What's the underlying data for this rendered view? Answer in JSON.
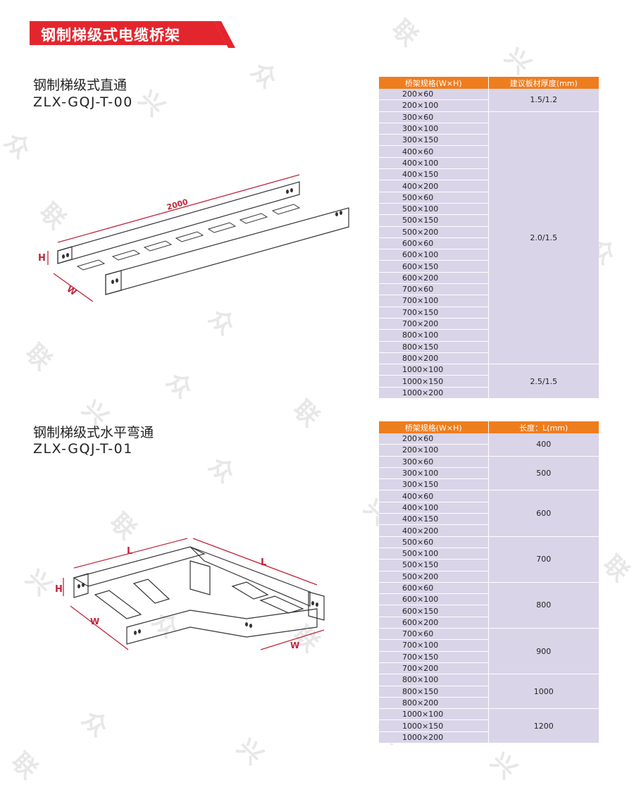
{
  "banner": {
    "title": "钢制梯级式电缆桥架",
    "color": "#e3262e"
  },
  "section1": {
    "title": "钢制梯级式直通",
    "code": "ZLX-GQJ-T-00",
    "drawing_labels": {
      "length": "2000",
      "height": "H",
      "width": "W"
    },
    "table": {
      "headers": [
        "桥架规格(W×H)",
        "建议板材厚度(mm)"
      ],
      "groups": [
        {
          "value": "1.5/1.2",
          "rows": [
            "200×60",
            "200×100"
          ]
        },
        {
          "value": "2.0/1.5",
          "rows": [
            "300×60",
            "300×100",
            "300×150",
            "400×60",
            "400×100",
            "400×150",
            "400×200",
            "500×60",
            "500×100",
            "500×150",
            "500×200",
            "600×60",
            "600×100",
            "600×150",
            "600×200",
            "700×60",
            "700×100",
            "700×150",
            "700×200",
            "800×100",
            "800×150",
            "800×200"
          ]
        },
        {
          "value": "2.5/1.5",
          "rows": [
            "1000×100",
            "1000×150",
            "1000×200"
          ]
        }
      ]
    }
  },
  "section2": {
    "title": "钢制梯级式水平弯通",
    "code": "ZLX-GQJ-T-01",
    "drawing_labels": {
      "length1": "L",
      "length2": "L",
      "height": "H",
      "width1": "W",
      "width2": "W"
    },
    "table": {
      "headers": [
        "桥架规格(W×H)",
        "长度：L(mm)"
      ],
      "groups": [
        {
          "value": "400",
          "rows": [
            "200×60",
            "200×100"
          ]
        },
        {
          "value": "500",
          "rows": [
            "300×60",
            "300×100",
            "300×150"
          ]
        },
        {
          "value": "600",
          "rows": [
            "400×60",
            "400×100",
            "400×150",
            "400×200"
          ]
        },
        {
          "value": "700",
          "rows": [
            "500×60",
            "500×100",
            "500×150",
            "500×200"
          ]
        },
        {
          "value": "800",
          "rows": [
            "600×60",
            "600×100",
            "600×150",
            "600×200"
          ]
        },
        {
          "value": "900",
          "rows": [
            "700×60",
            "700×100",
            "700×150",
            "700×200"
          ]
        },
        {
          "value": "1000",
          "rows": [
            "800×100",
            "800×150",
            "800×200"
          ]
        },
        {
          "value": "1200",
          "rows": [
            "1000×100",
            "1000×150",
            "1000×200"
          ]
        }
      ]
    }
  },
  "watermark": {
    "chars": [
      "众",
      "联",
      "兴"
    ]
  },
  "colors": {
    "header": "#ee7d1e",
    "cell": "#d9d4e8",
    "dimension": "#c0263a"
  }
}
